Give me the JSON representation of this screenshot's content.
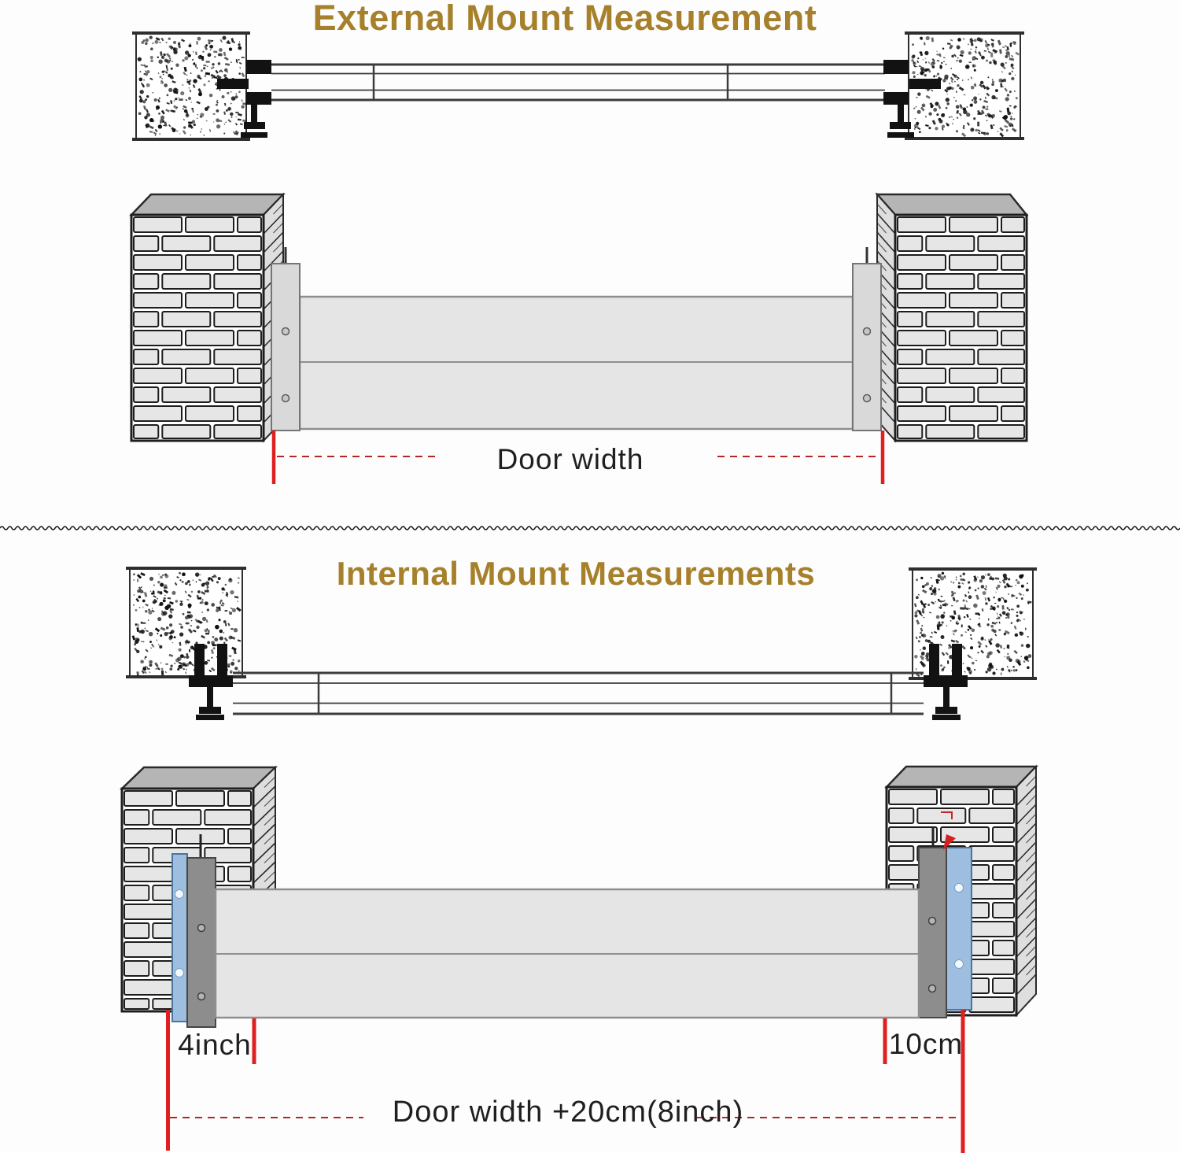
{
  "sections": {
    "external": {
      "title": "External Mount Measurement",
      "labels": {
        "door_width": "Door width"
      }
    },
    "internal": {
      "title": "Internal Mount Measurements",
      "labels": {
        "left_offset": "4inch",
        "right_offset": "10cm",
        "total_width": "Door width +20cm(8inch)"
      }
    }
  },
  "colors": {
    "title_gold": "#a6802b",
    "measure_red": "#e02020",
    "dash_red": "#b22626",
    "label_text": "#1f1f1f",
    "blue_plate": "#9dbede",
    "channel_dark": "#8d8d8d",
    "channel_light": "#d9d9d9",
    "barrier_fill": "#e5e5e5"
  }
}
